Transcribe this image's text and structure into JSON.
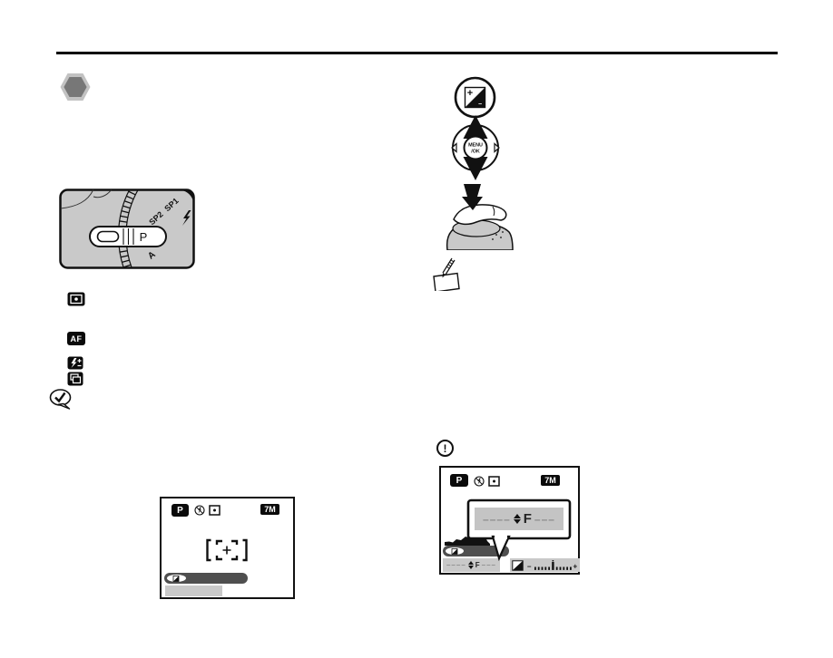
{
  "colors": {
    "body_gray": "#c9c9c9",
    "hex_outer": "#c2c2c2",
    "hex_inner": "#777777",
    "bar_dark": "#4f4f4f",
    "lcd_panel_gray": "#c9c9c9",
    "display_gray": "#c4c4c4",
    "ink": "#111111"
  },
  "mode_dial": {
    "label_sp1": "SP1",
    "label_sp2": "SP2",
    "label_p": "P",
    "label_a": "A"
  },
  "left_icons": {
    "af_label": "AF"
  },
  "exposure_button": {
    "plus": "+",
    "minus": "−"
  },
  "multi_selector": {
    "line1": "MENU",
    "line2": "/OK"
  },
  "warning": {
    "mark": "!"
  },
  "lcd_left": {
    "mode": "P",
    "resolution": "7M"
  },
  "lcd_right": {
    "mode": "P",
    "resolution": "7M",
    "callout": {
      "left_dashes": "––––",
      "f": "F",
      "right_dashes": "–––"
    },
    "status": {
      "left_dashes": "––––",
      "f": "F",
      "right_dashes": "–––"
    },
    "ev_scale": {
      "minus": "–",
      "plus": "+"
    }
  }
}
